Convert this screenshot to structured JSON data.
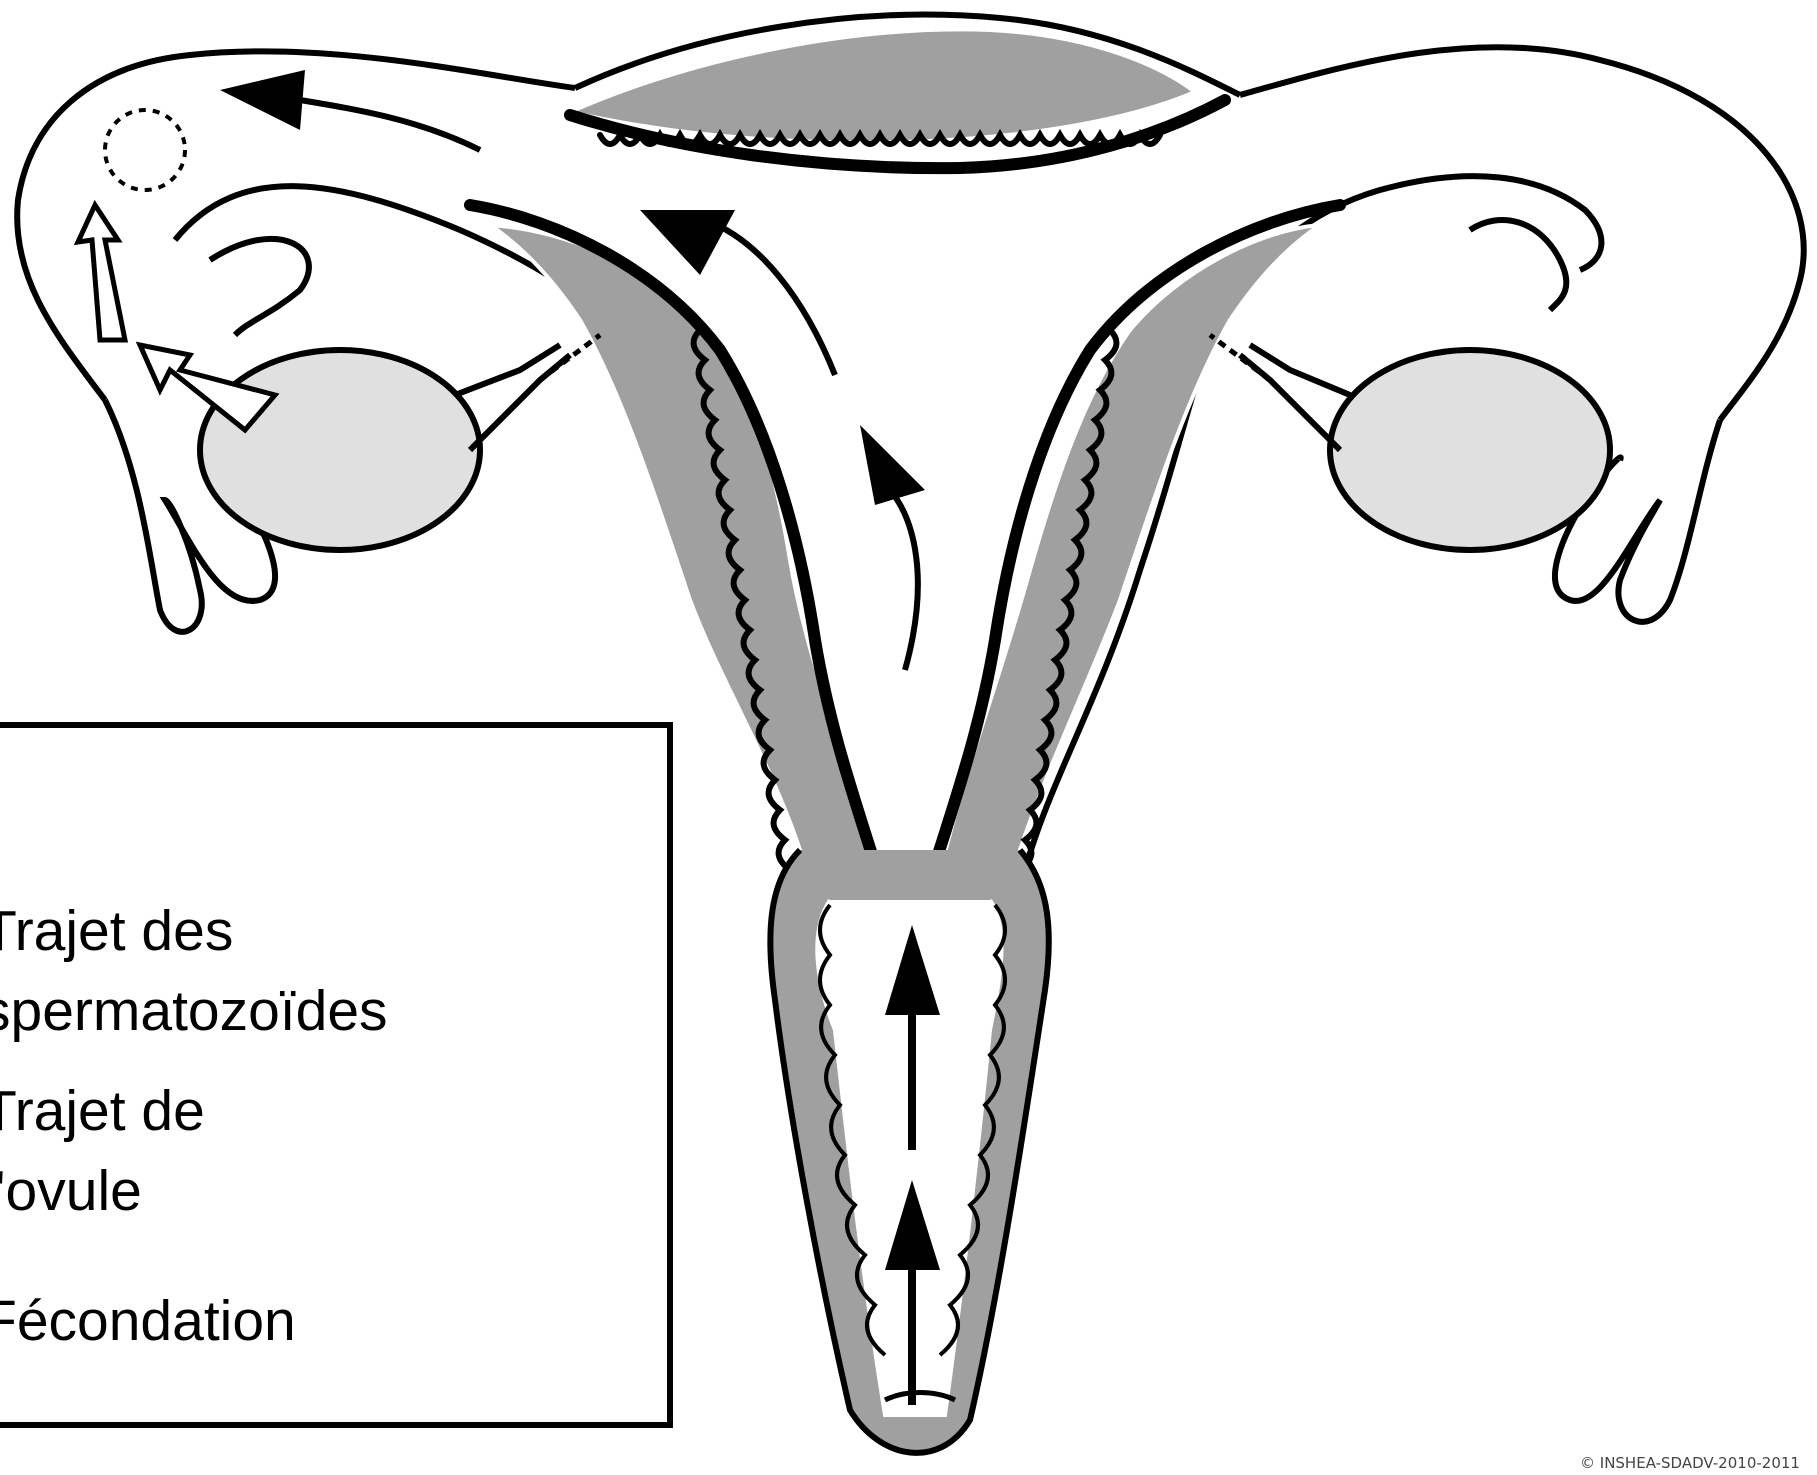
{
  "legend": {
    "items": [
      {
        "lines": [
          "Trajet des",
          "spermatozoïdes"
        ]
      },
      {
        "lines": [
          "Trajet de",
          "l'ovule"
        ]
      },
      {
        "lines": [
          "Fécondation"
        ]
      }
    ]
  },
  "copyright": "© INSHEA-SDADV-2010-2011",
  "colors": {
    "outline": "#000000",
    "wall": "#a0a0a0",
    "ovary": "#e0e0e0",
    "background": "#ffffff"
  }
}
